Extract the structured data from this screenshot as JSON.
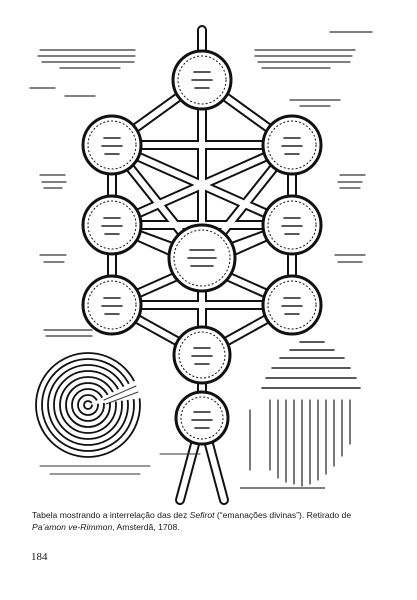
{
  "figure": {
    "type": "diagram",
    "style": "black ink woodcut on white"
  },
  "caption": {
    "part1": "Tabela mostrando a interrelação das dez ",
    "italic1": "Sefirot",
    "part2": " (“emanações divinas”). Retirado de ",
    "italic2": "Pa’amon ve-Rimmon",
    "part3": ", Amsterdã, 1708."
  },
  "page_number": "184"
}
